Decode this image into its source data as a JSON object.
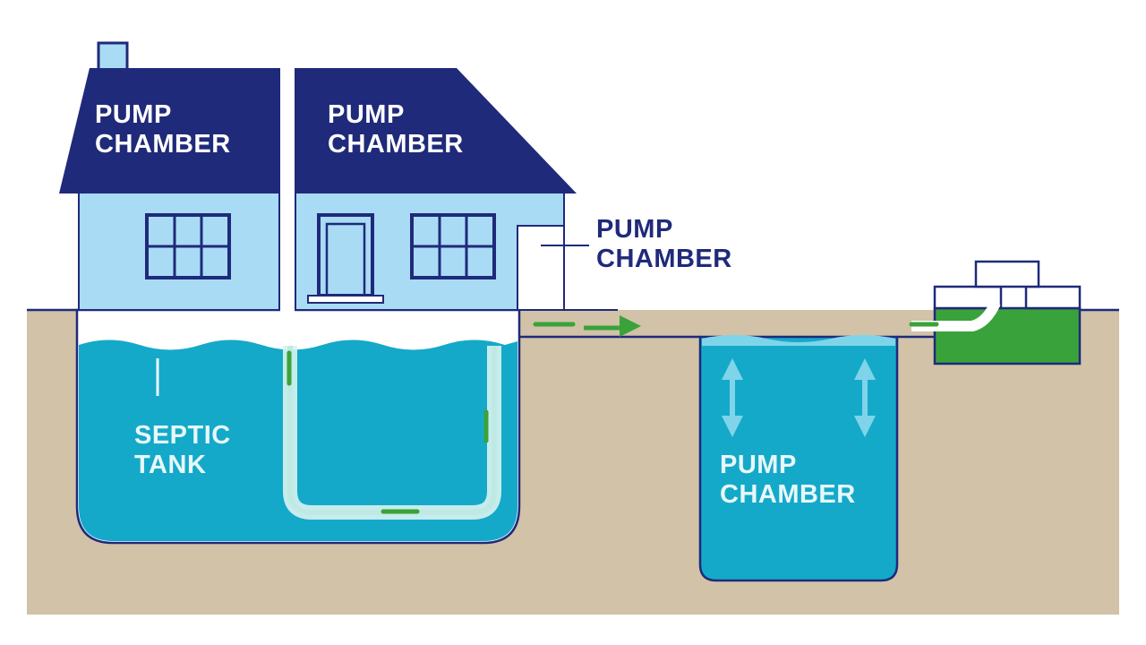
{
  "labels": {
    "roof_left": {
      "line1": "PUMP",
      "line2": "CHAMBER"
    },
    "roof_right": {
      "line1": "PUMP",
      "line2": "CHAMBER"
    },
    "side": {
      "line1": "PUMP",
      "line2": "CHAMBER"
    },
    "septic_tank": {
      "line1": "SEPTIC",
      "line2": "TANK"
    },
    "pump_chamber": {
      "line1": "PUMP",
      "line2": "CHAMBER"
    }
  },
  "colors": {
    "navy": "#1f2a7a",
    "wall": "#a9dbf5",
    "water": "#15a9c9",
    "water_light": "#7fd4ea",
    "soil": "#d1c2a8",
    "green": "#3aa23a",
    "white": "#ffffff"
  }
}
